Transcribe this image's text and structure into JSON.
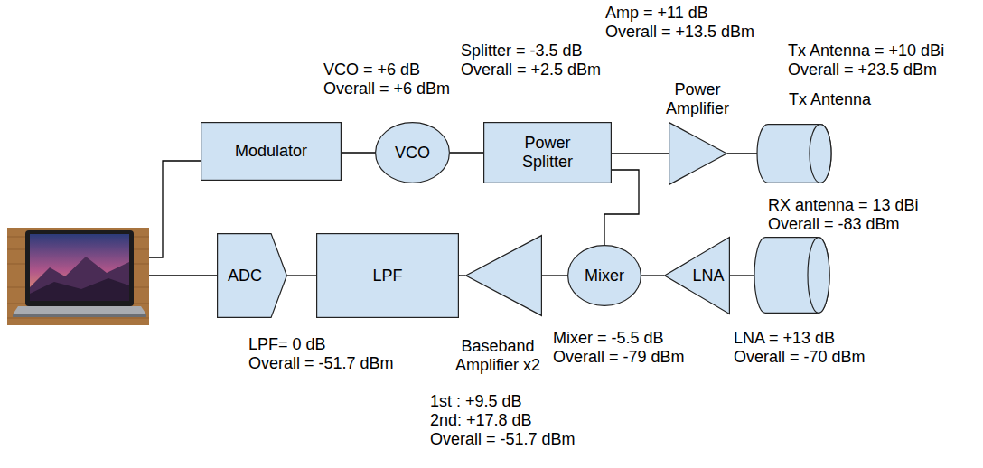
{
  "diagram": {
    "nodes": [
      {
        "text": [
          "Modulator"
        ]
      },
      {
        "text": [
          "VCO"
        ]
      },
      {
        "text": [
          "Power Splitter"
        ]
      },
      {
        "text": [
          "Power Amplifier"
        ]
      },
      {
        "text": [
          "Tx Antenna"
        ]
      },
      {
        "text": [
          "ADC"
        ]
      },
      {
        "text": [
          "LPF"
        ]
      },
      {
        "text": [
          "Baseband Amplifier x2"
        ]
      },
      {
        "text": [
          "Mixer"
        ]
      },
      {
        "text": [
          "LNA"
        ]
      }
    ],
    "edges": [
      {
        "from": 0,
        "to": 1,
        "arrow": "none"
      },
      {
        "from": 1,
        "to": 2,
        "arrow": "none"
      },
      {
        "from": 2,
        "to": 3,
        "arrow": "none"
      },
      {
        "from": 3,
        "to": 4,
        "arrow": "none"
      },
      {
        "from": 2,
        "to": 8,
        "arrow": "none"
      },
      {
        "from": 9,
        "to": 8,
        "arrow": "none"
      },
      {
        "from": 8,
        "to": 7,
        "arrow": "none"
      },
      {
        "from": 7,
        "to": 6,
        "arrow": "none"
      },
      {
        "from": 6,
        "to": 5,
        "arrow": "none"
      }
    ],
    "labels": [
      "Amp = +11 dB",
      "Overall = +13.5 dBm",
      "Splitter = -3.5 dB",
      "Overall = +2.5 dBm",
      "Tx Antenna = +10 dBi",
      "Overall = +23.5 dBm",
      "VCO = +6 dB",
      "Overall = +6 dBm",
      "RX antenna = 13 dBi",
      "Overall = -83 dBm",
      "LPF= 0 dB",
      "Overall = -51.7 dBm",
      "Mixer = -5.5 dB",
      "Overall = -79 dBm",
      "LNA = +13 dB",
      "Overall = -70 dBm",
      "1st : +9.5 dB",
      "2nd: +17.8 dB",
      "Overall = -51.7 dBm"
    ]
  }
}
